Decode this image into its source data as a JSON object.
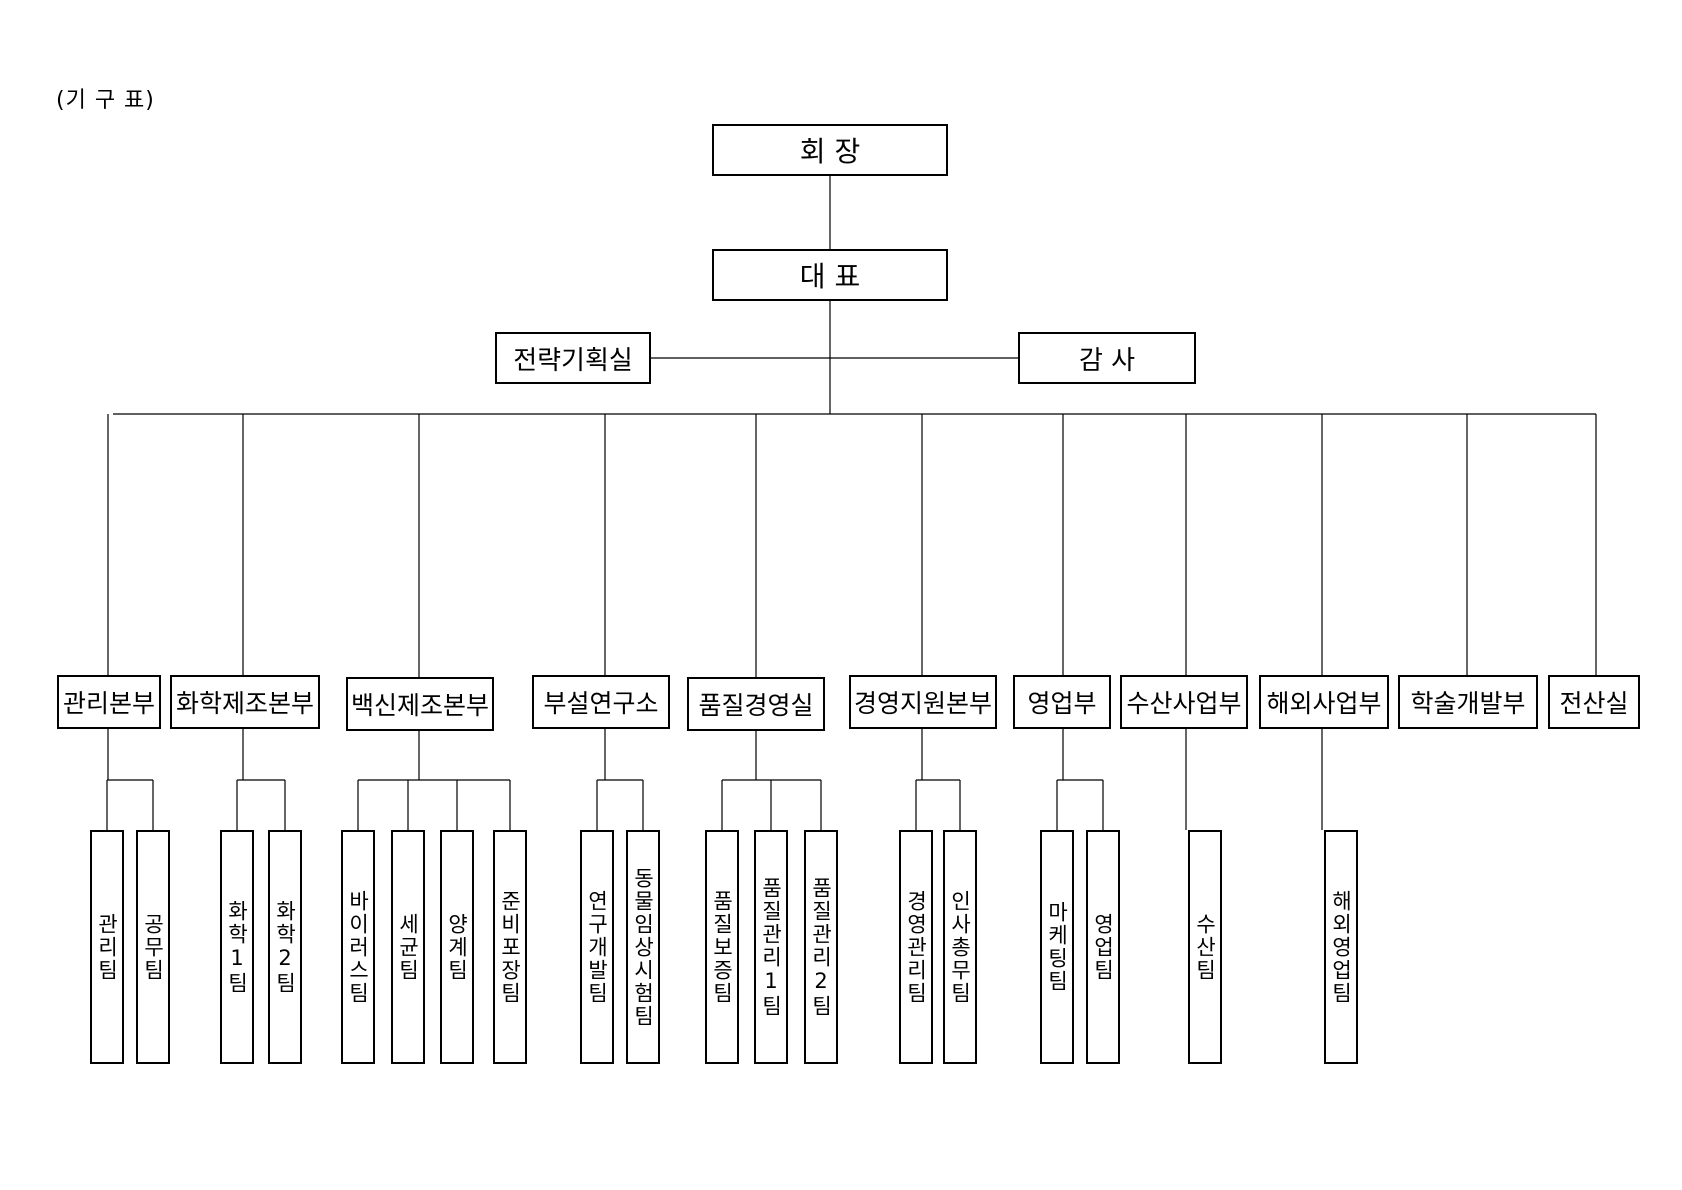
{
  "title": "(기 구 표)",
  "top": [
    {
      "label": "회   장"
    },
    {
      "label": "대   표"
    }
  ],
  "staff": [
    {
      "label": "전략기획실"
    },
    {
      "label": "감   사"
    }
  ],
  "departments": [
    {
      "label": "관리본부",
      "teams": [
        "관리팀",
        "공무팀"
      ]
    },
    {
      "label": "화학제조본부",
      "teams": [
        "화학1팀",
        "화학2팀"
      ]
    },
    {
      "label": "백신제조본부",
      "teams": [
        "바이러스팀",
        "세균팀",
        "양계팀",
        "준비포장팀"
      ]
    },
    {
      "label": "부설연구소",
      "teams": [
        "연구개발팀",
        "동물임상시험팀"
      ]
    },
    {
      "label": "품질경영실",
      "teams": [
        "품질보증팀",
        "품질관리1팀",
        "품질관리2팀"
      ]
    },
    {
      "label": "경영지원본부",
      "teams": [
        "경영관리팀",
        "인사총무팀"
      ]
    },
    {
      "label": "영업부",
      "teams": [
        "마케팅팀",
        "영업팀"
      ]
    },
    {
      "label": "수산사업부",
      "teams": [
        "수산팀"
      ]
    },
    {
      "label": "해외사업부",
      "teams": [
        "해외영업팀"
      ]
    },
    {
      "label": "학술개발부",
      "teams": []
    },
    {
      "label": "전산실",
      "teams": []
    }
  ]
}
